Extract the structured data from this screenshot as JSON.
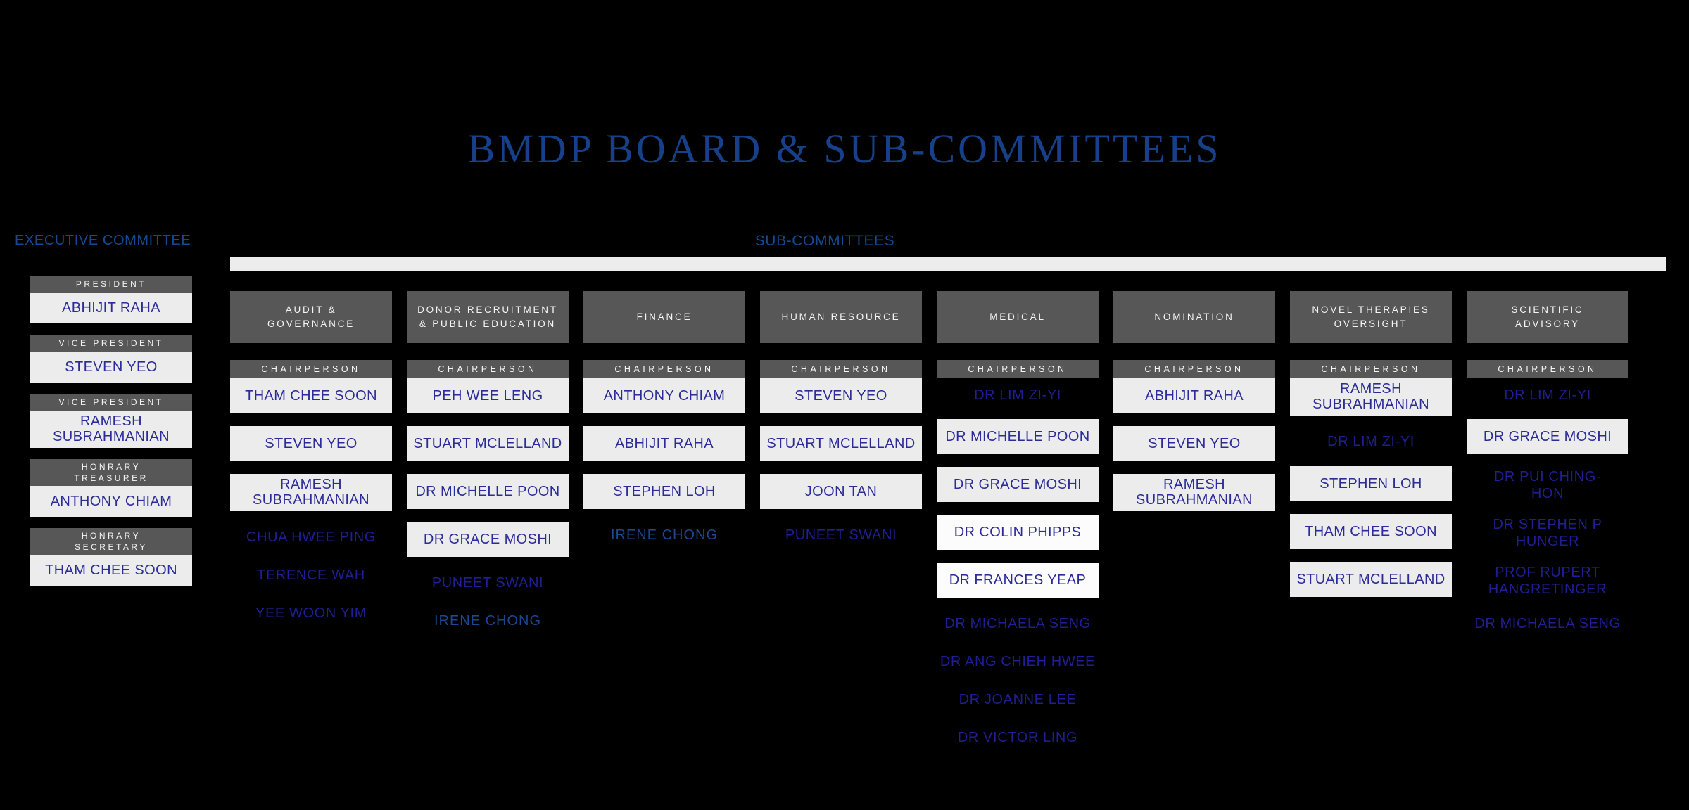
{
  "colors": {
    "bg": "#000000",
    "blue": "#164a90",
    "title": "#16418a",
    "gray": "#575757",
    "light": "#ececec",
    "white": "#fcfcfc",
    "inkBox": "#2b2b9a",
    "inkPlain": "#1f1f93",
    "inkRoyal": "#1b4793",
    "rail": "#ececec",
    "whiteText": "#f5f5f5"
  },
  "title": "BMDP BOARD & SUB-COMMITTEES",
  "labels": {
    "chairperson": "CHAIRPERSON"
  },
  "executive": {
    "label": "EXECUTIVE COMMITTEE",
    "roles": [
      {
        "role": "PRESIDENT",
        "name": "ABHIJIT RAHA"
      },
      {
        "role": "VICE PRESIDENT",
        "name": "STEVEN YEO"
      },
      {
        "role": "VICE PRESIDENT",
        "name": "RAMESH\nSUBRAHMANIAN"
      },
      {
        "role": "HONRARY\nTREASURER",
        "name": "ANTHONY CHIAM"
      },
      {
        "role": "HONRARY\nSECRETARY",
        "name": "THAM CHEE SOON"
      }
    ]
  },
  "sub": {
    "label": "SUB-COMMITTEES",
    "committees": [
      {
        "name": "AUDIT &\nGOVERNANCE",
        "chair": {
          "name": "THAM CHEE SOON"
        },
        "members": [
          {
            "name": "STEVEN YEO"
          },
          {
            "name": "RAMESH\nSUBRAHMANIAN"
          },
          {
            "name": "CHUA HWEE PING"
          },
          {
            "name": "TERENCE WAH"
          },
          {
            "name": "YEE WOON YIM"
          }
        ]
      },
      {
        "name": "DONOR RECRUITMENT\n& PUBLIC EDUCATION",
        "chair": {
          "name": "PEH WEE LENG"
        },
        "members": [
          {
            "name": "STUART MCLELLAND"
          },
          {
            "name": "DR MICHELLE POON"
          },
          {
            "name": "DR GRACE MOSHI"
          },
          {
            "name": "PUNEET SWANI"
          },
          {
            "name": "IRENE CHONG"
          }
        ]
      },
      {
        "name": "FINANCE",
        "chair": {
          "name": "ANTHONY CHIAM"
        },
        "members": [
          {
            "name": "ABHIJIT RAHA"
          },
          {
            "name": "STEPHEN LOH"
          },
          {
            "name": "IRENE CHONG"
          }
        ]
      },
      {
        "name": "HUMAN RESOURCE",
        "chair": {
          "name": "STEVEN YEO"
        },
        "members": [
          {
            "name": "STUART MCLELLAND"
          },
          {
            "name": "JOON TAN"
          },
          {
            "name": "PUNEET SWANI"
          }
        ]
      },
      {
        "name": "MEDICAL",
        "chair": {
          "name": "DR LIM ZI-YI"
        },
        "members": [
          {
            "name": "DR MICHELLE POON"
          },
          {
            "name": "DR GRACE MOSHI"
          },
          {
            "name": "DR COLIN PHIPPS"
          },
          {
            "name": "DR FRANCES YEAP"
          },
          {
            "name": "DR MICHAELA SENG"
          },
          {
            "name": "DR ANG CHIEH HWEE"
          },
          {
            "name": "DR JOANNE LEE"
          },
          {
            "name": "DR VICTOR LING"
          }
        ]
      },
      {
        "name": "NOMINATION",
        "chair": {
          "name": "ABHIJIT RAHA"
        },
        "members": [
          {
            "name": "STEVEN YEO"
          },
          {
            "name": "RAMESH\nSUBRAHMANIAN"
          }
        ]
      },
      {
        "name": "NOVEL THERAPIES\nOVERSIGHT",
        "chair": {
          "name": "RAMESH\nSUBRAHMANIAN"
        },
        "members": [
          {
            "name": "DR LIM ZI-YI"
          },
          {
            "name": "STEPHEN LOH"
          },
          {
            "name": "THAM CHEE SOON"
          },
          {
            "name": "STUART MCLELLAND"
          }
        ]
      },
      {
        "name": "SCIENTIFIC\nADVISORY",
        "chair": {
          "name": "DR LIM ZI-YI"
        },
        "members": [
          {
            "name": "DR GRACE MOSHI"
          },
          {
            "name": "DR PUI CHING-\nHON"
          },
          {
            "name": "DR STEPHEN P\nHUNGER"
          },
          {
            "name": "PROF RUPERT\nHANGRETINGER"
          },
          {
            "name": "DR MICHAELA SENG"
          }
        ]
      }
    ]
  }
}
